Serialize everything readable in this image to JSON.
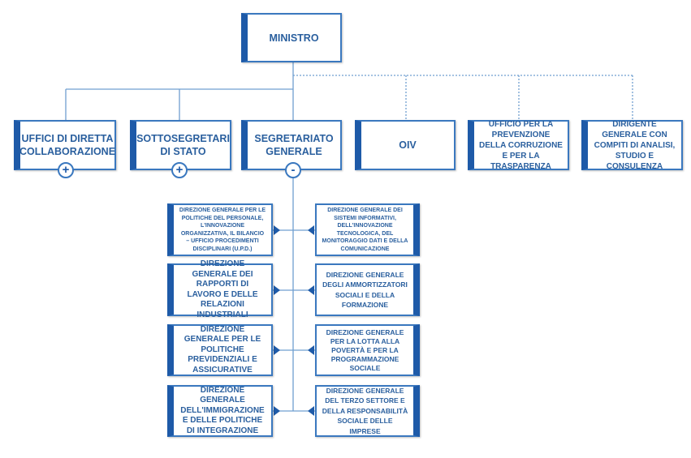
{
  "ministro": "MINISTRO",
  "top_row": [
    {
      "label": "UFFICI DI DIRETTA COLLABORAZIONE",
      "toggle": "+"
    },
    {
      "label": "SOTTOSEGRETARI DI STATO",
      "toggle": "+"
    },
    {
      "label": "SEGRETARIATO GENERALE",
      "toggle": "-"
    },
    {
      "label": "OIV"
    },
    {
      "label": "UFFICIO PER LA PREVENZIONE DELLA CORRUZIONE E PER LA TRASPARENZA"
    },
    {
      "label": "DIRIGENTE GENERALE CON COMPITI DI ANALISI, STUDIO E CONSULENZA"
    }
  ],
  "direzioni_left": [
    "DIREZIONE GENERALE PER LE POLITICHE DEL PERSONALE, L'INNOVAZIONE ORGANIZZATIVA, IL BILANCIO – UFFICIO PROCEDIMENTI DISCIPLINARI (U.P.D.)",
    "DIREZIONE GENERALE DEI RAPPORTI DI LAVORO E DELLE RELAZIONI INDUSTRIALI",
    "DIREZIONE GENERALE PER LE POLITICHE PREVIDENZIALI E ASSICURATIVE",
    "DIREZIONE GENERALE DELL'IMMIGRAZIONE E DELLE POLITICHE DI INTEGRAZIONE"
  ],
  "direzioni_right": [
    "DIREZIONE GENERALE DEI SISTEMI INFORMATIVI, DELL'INNOVAZIONE TECNOLOGICA, DEL MONITORAGGIO DATI E DELLA COMUNICAZIONE",
    "DIREZIONE GENERALE DEGLI AMMORTIZZATORI SOCIALI E DELLA FORMAZIONE",
    "DIREZIONE GENERALE PER LA LOTTA ALLA POVERTÀ E PER LA PROGRAMMAZIONE SOCIALE",
    "DIREZIONE GENERALE DEL TERZO SETTORE E DELLA RESPONSABILITÀ SOCIALE DELLE IMPRESE"
  ],
  "colors": {
    "accent": "#1e5aa8",
    "border": "#3a78bf",
    "text": "#2a5f9e",
    "line": "#6f9fd0"
  }
}
